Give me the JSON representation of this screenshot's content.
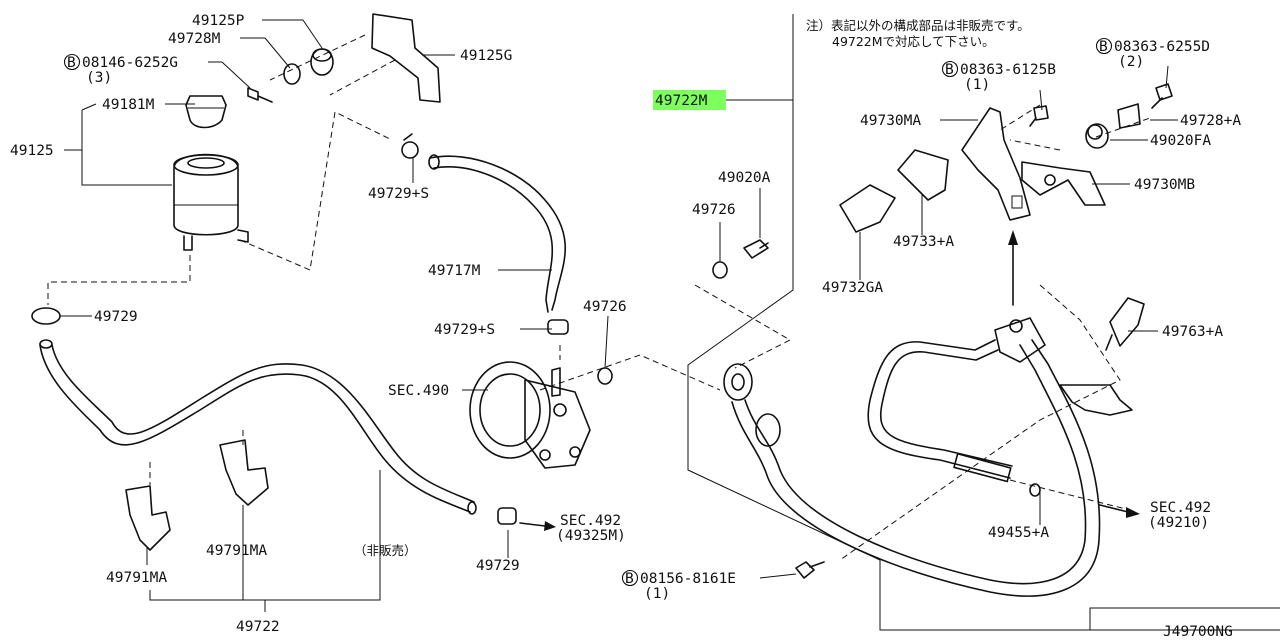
{
  "diagram_id": "J49700NG",
  "note": {
    "line1": "注）表記以外の構成部品は非販売です。",
    "line2": "49722Mで対応して下さい。"
  },
  "highlight_color": "#7dff5e",
  "bolt_prefix": "B",
  "labels": {
    "p49125P": "49125P",
    "p49728M": "49728M",
    "p49125G": "49125G",
    "b08146": "08146-6252G",
    "b08146_qty": "(3)",
    "p49181M": "49181M",
    "p49125": "49125",
    "p49729S_top": "49729+S",
    "p49717M": "49717M",
    "p49729_left": "49729",
    "p49729S_mid": "49729+S",
    "p49726_mid": "49726",
    "sec490": "SEC.490",
    "p49791MA_a": "49791MA",
    "p49791MA_b": "49791MA",
    "hibanbai": "（非販売）",
    "p49729_bottom": "49729",
    "sec492a": "SEC.492",
    "sec492a_sub": "(49325M)",
    "p49722": "49722",
    "p49722M": "49722M",
    "p49020A": "49020A",
    "p49726_right": "49726",
    "b08363_6125": "08363-6125B",
    "b08363_6125_qty": "(1)",
    "b08363_6255": "08363-6255D",
    "b08363_6255_qty": "(2)",
    "p49730MA": "49730MA",
    "p49728A": "49728+A",
    "p49020FA": "49020FA",
    "p49730MB": "49730MB",
    "p49733A": "49733+A",
    "p49732GA": "49732GA",
    "p49763A": "49763+A",
    "sec492b": "SEC.492",
    "sec492b_sub": "(49210)",
    "p49455A": "49455+A",
    "b08156": "08156-8161E",
    "b08156_qty": "(1)"
  }
}
